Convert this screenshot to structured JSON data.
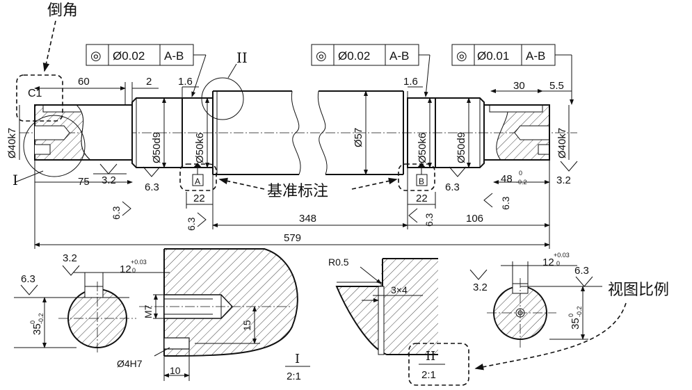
{
  "annotations": {
    "chamfer": "倒角",
    "datum": "基准标注",
    "scale": "视图比例"
  },
  "gdt": [
    {
      "symbol": "◎",
      "tol": "Ø0.02",
      "datum": "A-B"
    },
    {
      "symbol": "◎",
      "tol": "Ø0.02",
      "datum": "A-B"
    },
    {
      "symbol": "◎",
      "tol": "Ø0.01",
      "datum": "A-B"
    }
  ],
  "datums": {
    "a": "A",
    "b": "B"
  },
  "roman": {
    "one": "I",
    "two": "II"
  },
  "dims": {
    "c1": "C1",
    "d60": "60",
    "d2": "2",
    "d1_6a": "1.6",
    "d1_6b": "1.6",
    "d30": "30",
    "d5_5": "5.5",
    "phi40k7a": "Ø40k7",
    "phi50d9a": "Ø50d9",
    "phi50k6a": "Ø50k6",
    "phi57": "Ø57",
    "phi50k6b": "Ø50k6",
    "phi50d9b": "Ø50d9",
    "phi40k7b": "Ø40k7",
    "d75": "75",
    "r3_2a": "3.2",
    "r6_3a": "6.3",
    "r6_3b": "6.3",
    "r6_3c": "6.3",
    "r6_3d": "6.3",
    "r6_3e": "6.3",
    "r6_3f": "6.3",
    "r3_2b": "3.2",
    "d48": "48",
    "d48_up": "0",
    "d48_low": "-0.2",
    "d22a": "22",
    "d22b": "22",
    "d348": "348",
    "d106": "106",
    "d579": "579",
    "s_r3_2": "3.2",
    "s_r6_3": "6.3",
    "s_12": "12",
    "s_12_up": "+0.03",
    "s_12_low": "0",
    "s_35": "35",
    "s_35_up": "0",
    "s_35_low": "-0.2",
    "m7": "M7",
    "d15": "15",
    "phi4h7": "Ø4H7",
    "d10": "10",
    "r0_5": "R0.5",
    "d3x4": "3×4",
    "r3_2c": "3.2",
    "r6_3g": "6.3",
    "r_12": "12",
    "r_12_up": "+0.03",
    "r_12_low": "0",
    "r_35": "35",
    "r_35_up": "0",
    "r_35_low": "-0.2"
  },
  "scales": {
    "one_label": "I",
    "one_ratio": "2:1",
    "two_label": "II",
    "two_ratio": "2:1"
  }
}
